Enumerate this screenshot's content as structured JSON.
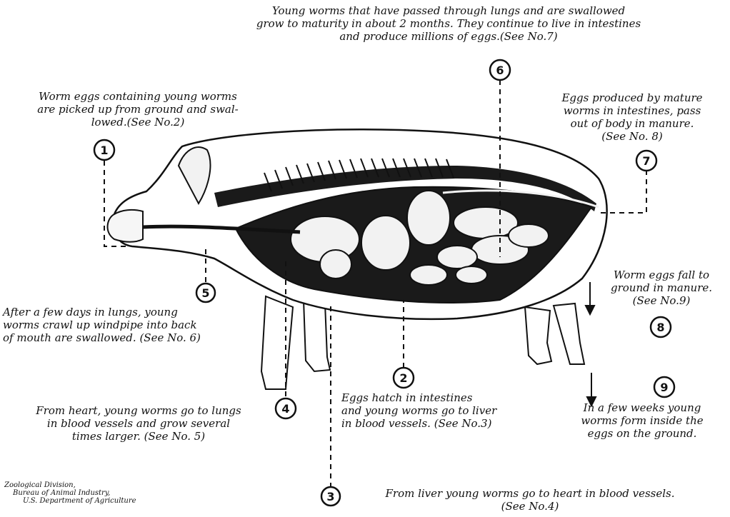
{
  "colors": {
    "ink": "#111111",
    "paper": "#ffffff",
    "organ_dark": "#1a1a1a",
    "organ_light": "#f2f2f2"
  },
  "diagram": {
    "steps": [
      {
        "number": "1",
        "lines": [
          "Worm eggs containing young worms",
          "are picked up from ground and swal-",
          "lowed.(See No.2)"
        ]
      },
      {
        "number": "2",
        "lines": [
          "Eggs hatch in intestines",
          "and young worms go to liver",
          "in blood vessels.  (See No.3)"
        ]
      },
      {
        "number": "3",
        "lines": [
          "From liver young worms go to heart in blood vessels.",
          "(See No.4)"
        ]
      },
      {
        "number": "4",
        "lines": [
          "From heart, young worms go to lungs",
          "in blood vessels and grow several",
          "times larger.  (See No. 5)"
        ]
      },
      {
        "number": "5",
        "lines": [
          "After a few days in lungs, young",
          "worms crawl up windpipe into back",
          "of mouth are swallowed. (See No. 6)"
        ]
      },
      {
        "number": "6",
        "lines": [
          "Young worms that have passed through lungs and are swallowed",
          "grow to maturity in about 2 months. They continue to live in intestines",
          "and produce millions of eggs.(See No.7)"
        ]
      },
      {
        "number": "7",
        "lines": [
          "Eggs produced by mature",
          "worms in intestines, pass",
          "out of body in manure.",
          "(See No. 8)"
        ]
      },
      {
        "number": "8",
        "lines": [
          "Worm eggs fall to",
          "ground in manure.",
          "(See No.9)"
        ]
      },
      {
        "number": "9",
        "lines": [
          "In a few weeks young",
          "worms form inside the",
          "eggs on the ground."
        ]
      }
    ],
    "credit": [
      "Zoological Division,",
      "Bureau of Animal Industry,",
      "U.S. Department of Agriculture"
    ]
  }
}
